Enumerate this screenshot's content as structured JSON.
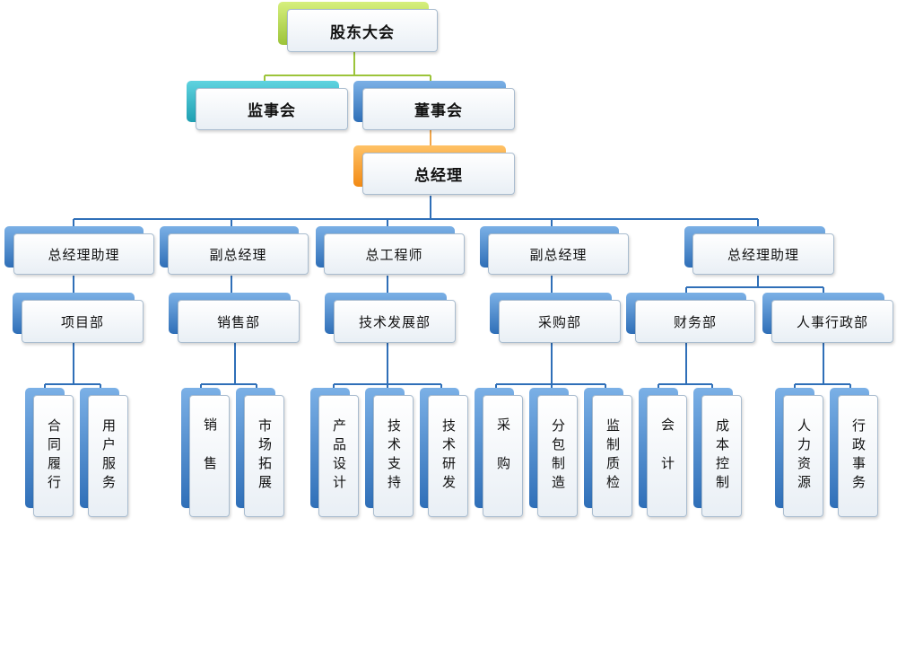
{
  "diagram": {
    "top": {
      "shareholders": "股东大会",
      "supervisors": "监事会",
      "board": "董事会",
      "gm": "总经理"
    },
    "level2": [
      {
        "id": "gm-assistant-1",
        "label": "总经理助理"
      },
      {
        "id": "vp-1",
        "label": "副总经理"
      },
      {
        "id": "chief-engineer",
        "label": "总工程师"
      },
      {
        "id": "vp-2",
        "label": "副总经理"
      },
      {
        "id": "gm-assistant-2",
        "label": "总经理助理"
      }
    ],
    "departments": [
      {
        "id": "project-dept",
        "label": "项目部"
      },
      {
        "id": "sales-dept",
        "label": "销售部"
      },
      {
        "id": "tech-dev-dept",
        "label": "技术发展部"
      },
      {
        "id": "purchasing-dept",
        "label": "采购部"
      },
      {
        "id": "finance-dept",
        "label": "财务部"
      },
      {
        "id": "hr-admin-dept",
        "label": "人事行政部"
      }
    ],
    "units": [
      {
        "id": "contract-performance",
        "label": "合同履行"
      },
      {
        "id": "user-service",
        "label": "用户服务"
      },
      {
        "id": "sales",
        "label": "销售"
      },
      {
        "id": "market-expansion",
        "label": "市场拓展"
      },
      {
        "id": "product-design",
        "label": "产品设计"
      },
      {
        "id": "tech-support",
        "label": "技术支持"
      },
      {
        "id": "tech-research",
        "label": "技术研发"
      },
      {
        "id": "purchasing",
        "label": "采购"
      },
      {
        "id": "subcontract-manufacturing",
        "label": "分包制造"
      },
      {
        "id": "quality-supervision",
        "label": "监制质检"
      },
      {
        "id": "accounting",
        "label": "会计"
      },
      {
        "id": "cost-control",
        "label": "成本控制"
      },
      {
        "id": "human-resources",
        "label": "人力资源"
      },
      {
        "id": "admin-affairs",
        "label": "行政事务"
      }
    ],
    "colors": {
      "connector": "#2f6fb8",
      "accent-green": "#9cc43a",
      "accent-teal": "#1e9fb2",
      "accent-orange": "#f28a14",
      "box-blue": "#2f6fb8"
    }
  }
}
